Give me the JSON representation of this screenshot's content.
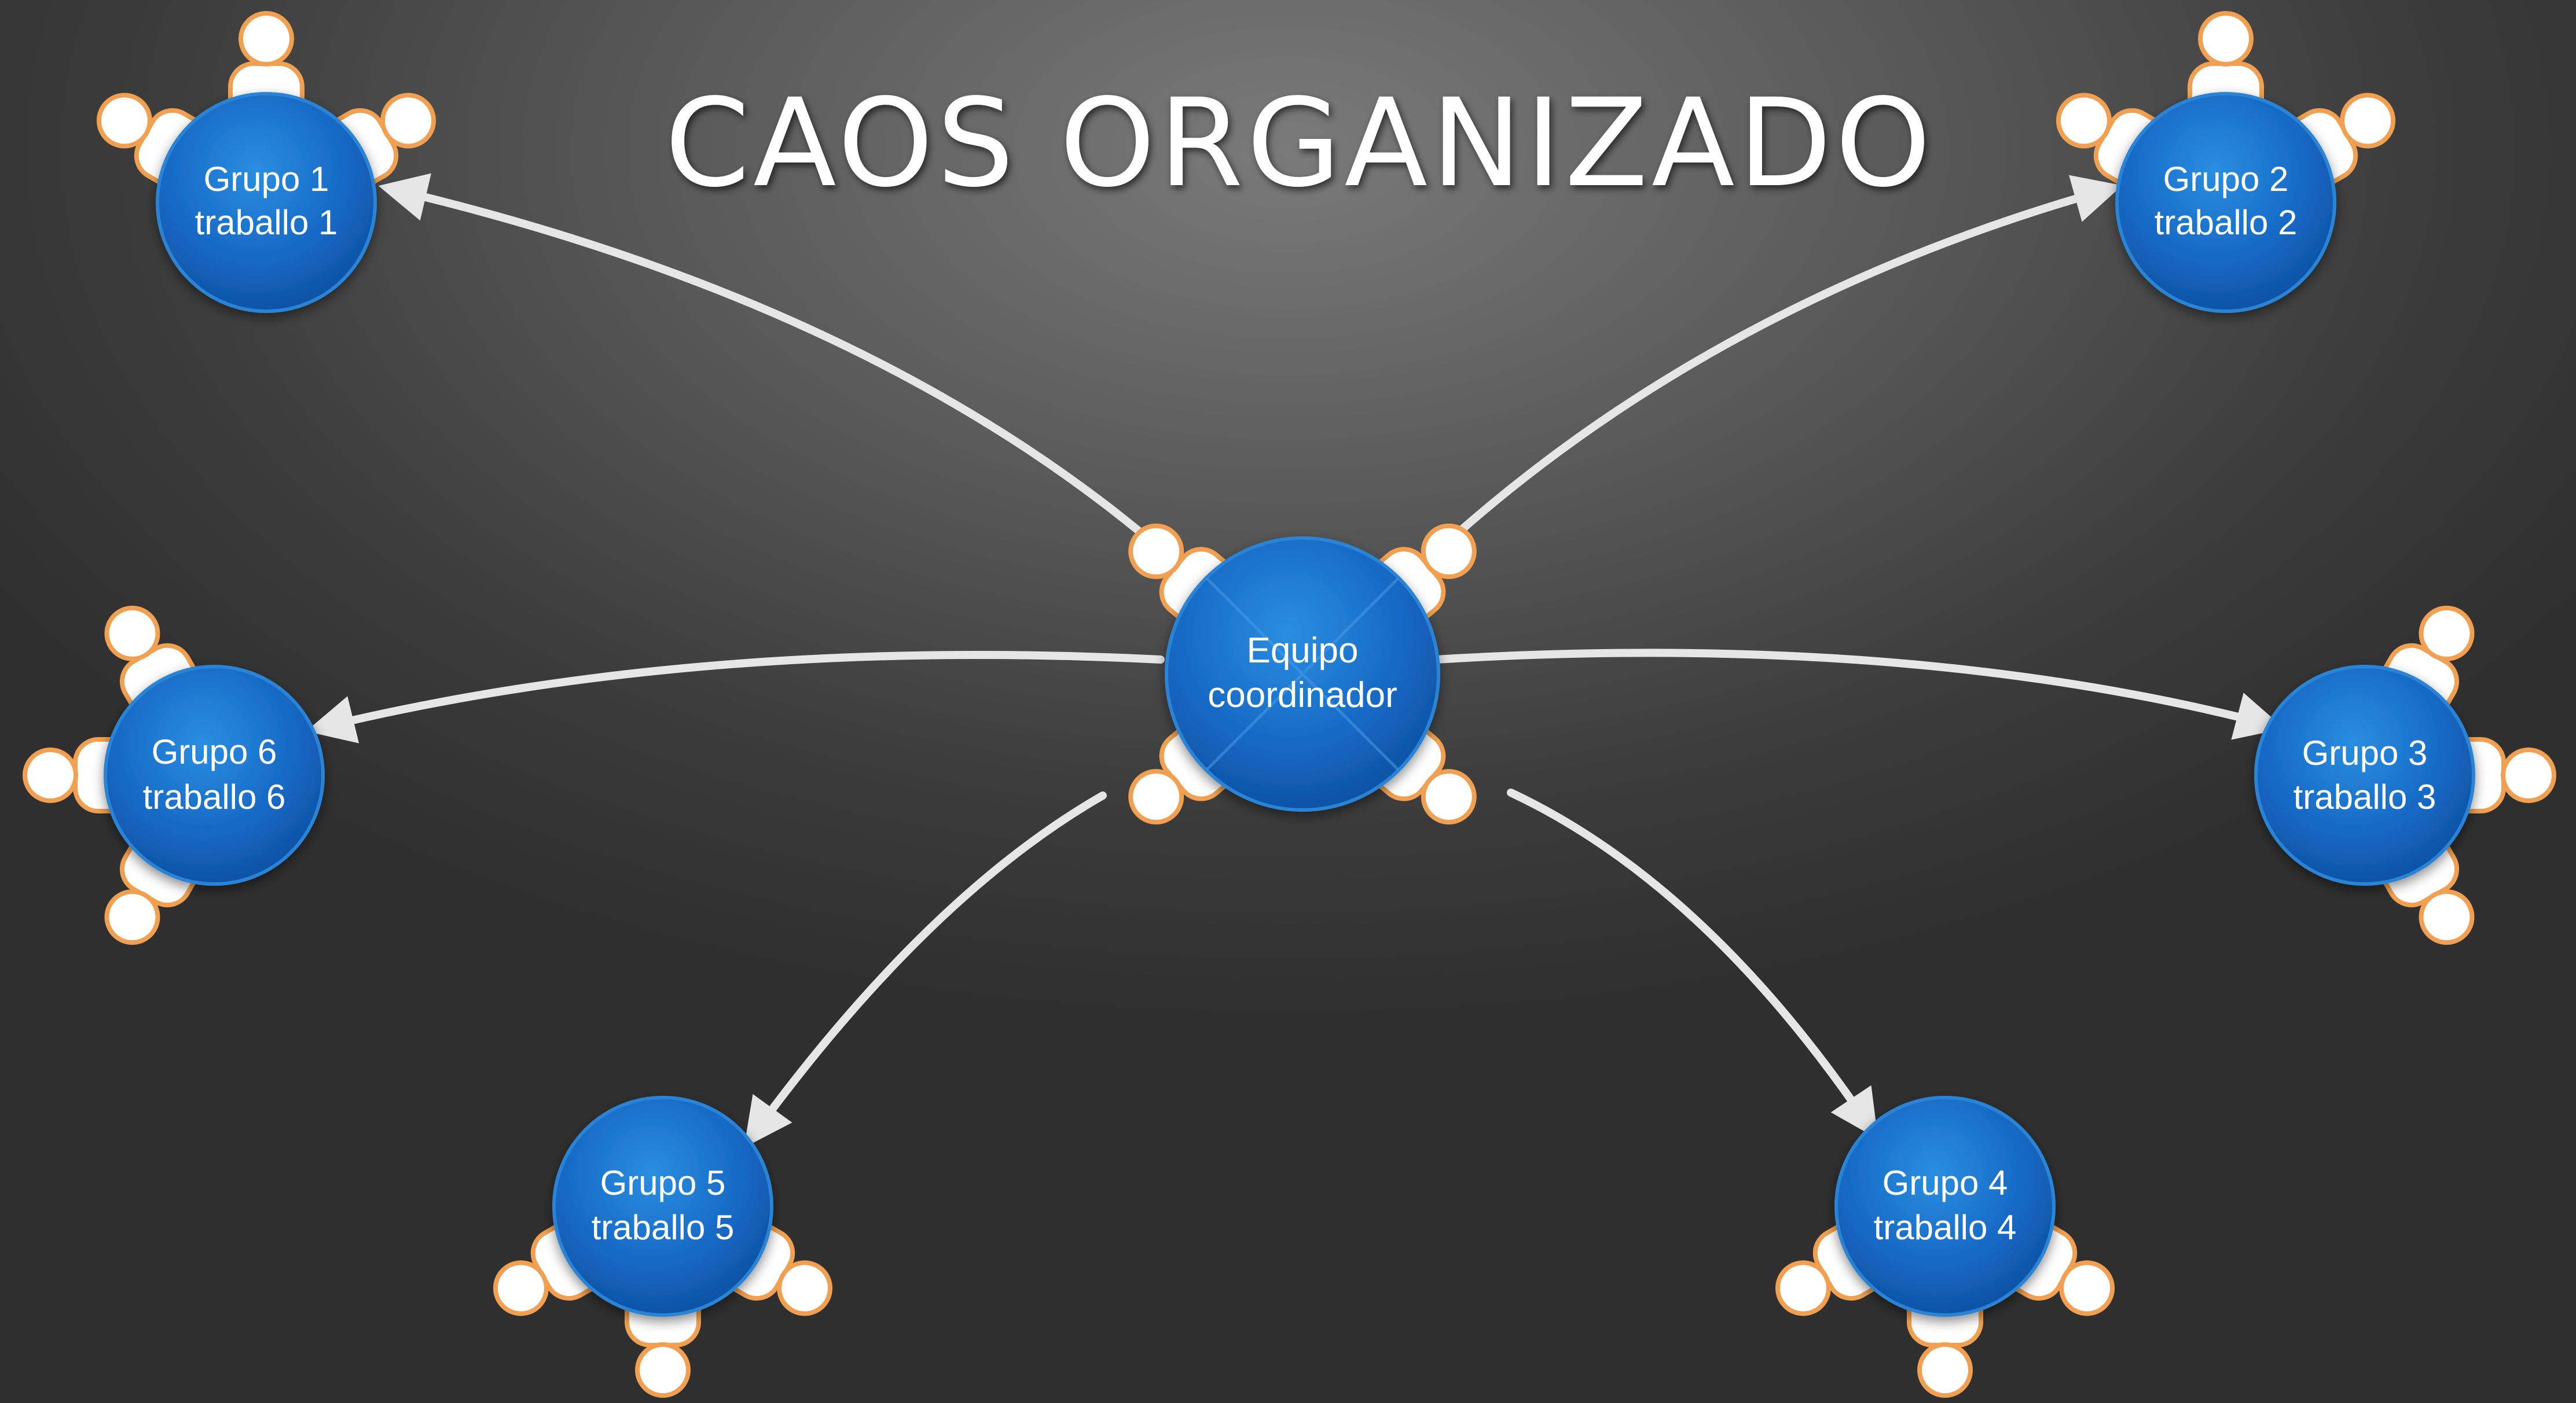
{
  "title": "CAOS ORGANIZADO",
  "center": {
    "line1": "Equipo",
    "line2": "coordinador"
  },
  "groups": [
    {
      "line1": "Grupo 1",
      "line2": "traballo 1"
    },
    {
      "line1": "Grupo 2",
      "line2": "traballo 2"
    },
    {
      "line1": "Grupo 3",
      "line2": "traballo 3"
    },
    {
      "line1": "Grupo 4",
      "line2": "traballo 4"
    },
    {
      "line1": "Grupo 5",
      "line2": "traballo 5"
    },
    {
      "line1": "Grupo 6",
      "line2": "traballo 6"
    }
  ],
  "colors": {
    "node_fill": "#1565c0",
    "node_highlight": "#2e8fe0",
    "chair_fill": "#ffffff",
    "chair_outline": "#f0a050",
    "connector": "#e6e6e6",
    "title_text": "#ffffff"
  }
}
